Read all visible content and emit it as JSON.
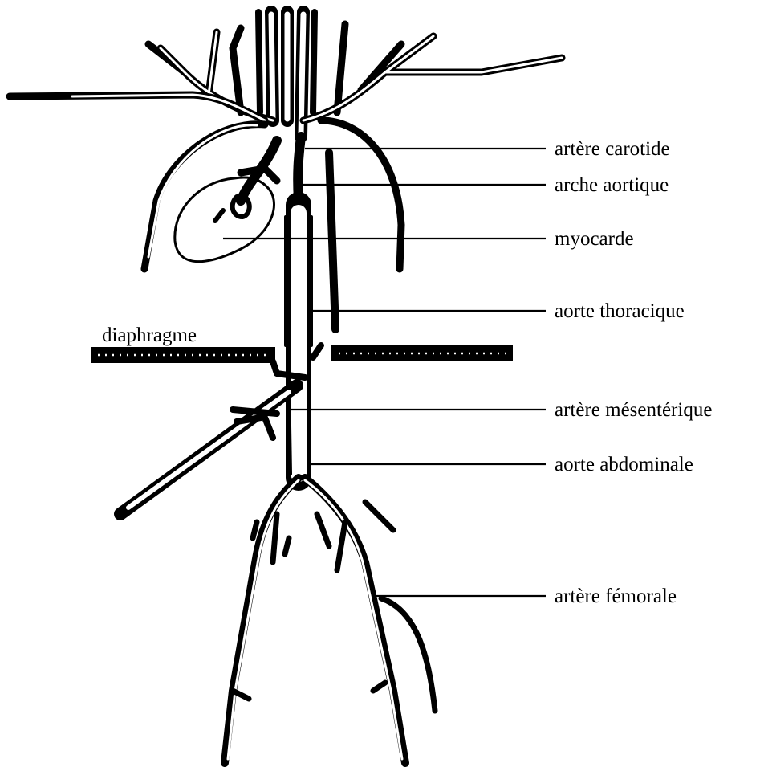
{
  "diagram": {
    "labels": {
      "carotid": "artère carotide",
      "aortic_arch": "arche aortique",
      "myocardium": "myocarde",
      "thoracic_aorta": "aorte thoracique",
      "diaphragm": "diaphragme",
      "mesenteric": "artère mésentérique",
      "abdominal_aorta": "aorte abdominale",
      "femoral": "artère fémorale"
    }
  }
}
